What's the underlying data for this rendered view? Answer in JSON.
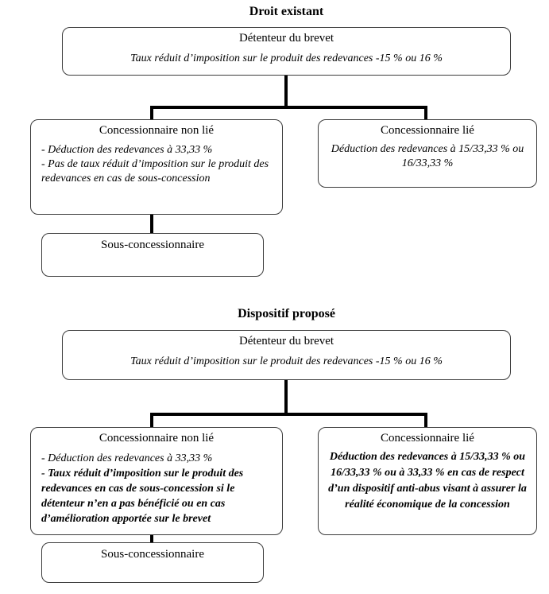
{
  "page": {
    "background": "#ffffff",
    "text_color": "#000000",
    "border_color": "#3b3b3b",
    "connector_color": "#000000"
  },
  "diagrams": [
    {
      "title": "Droit existant",
      "root": {
        "title": "Détenteur du brevet",
        "body": "Taux réduit d’imposition sur le produit des redevances -15 % ou 16 %"
      },
      "left": {
        "title": "Concessionnaire non lié",
        "line1": "- Déduction des redevances à 33,33 %",
        "line2": "- Pas de taux réduit d’imposition sur le produit des redevances en cas de sous-concession"
      },
      "right": {
        "title": "Concessionnaire lié",
        "body": "Déduction des redevances à 15/33,33 % ou 16/33,33 %"
      },
      "sub": {
        "title": "Sous-concessionnaire"
      }
    },
    {
      "title": "Dispositif proposé",
      "root": {
        "title": "Détenteur du brevet",
        "body": "Taux réduit d’imposition sur le produit des redevances -15 % ou 16 %"
      },
      "left": {
        "title": "Concessionnaire non lié",
        "line1": "- Déduction des redevances à 33,33 %",
        "line2": "- Taux réduit d’imposition sur le produit des redevances en cas de sous-concession si le détenteur n’en a pas bénéficié ou en cas d’amélioration apportée sur le brevet"
      },
      "right": {
        "title": "Concessionnaire lié",
        "body": "Déduction des redevances à 15/33,33 % ou 16/33,33 % ou à 33,33 % en cas de respect d’un dispositif anti-abus visant à assurer la réalité économique de la concession"
      },
      "sub": {
        "title": "Sous-concessionnaire"
      }
    }
  ]
}
